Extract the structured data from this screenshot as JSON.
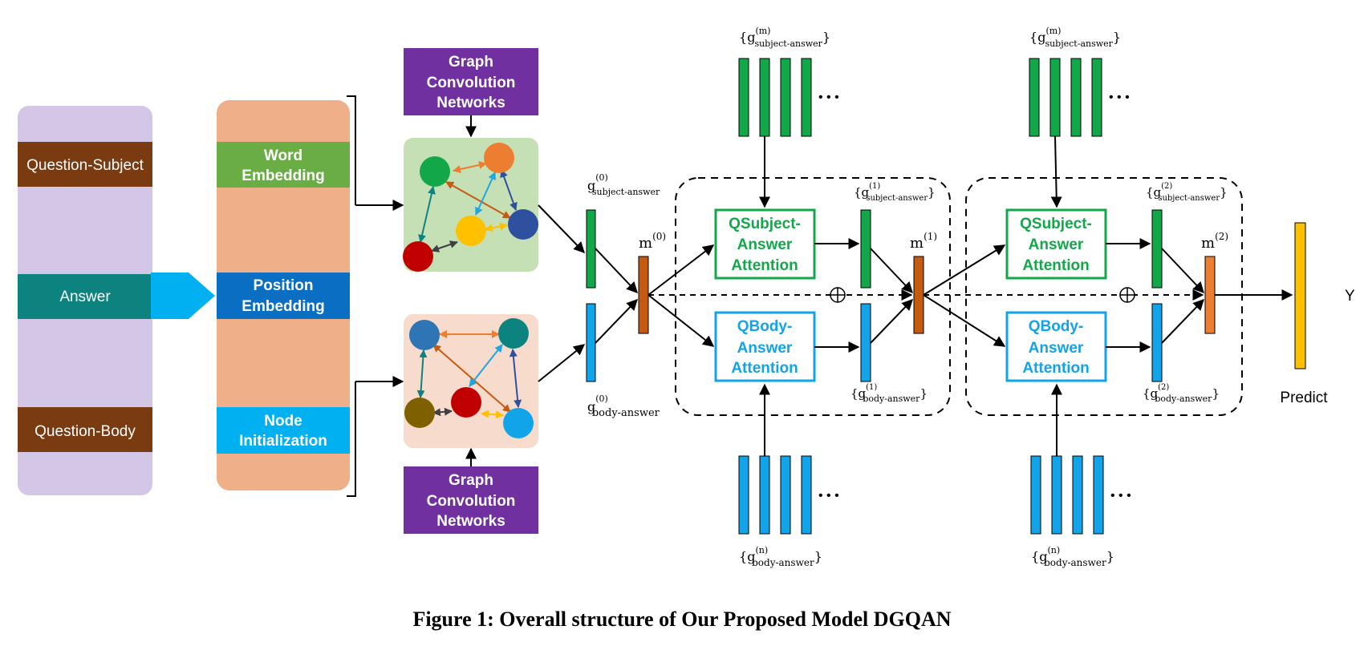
{
  "inputs": {
    "question_subject": "Question-Subject",
    "answer": "Answer",
    "question_body": "Question-Body"
  },
  "embedding": {
    "word_1": "Word",
    "word_2": "Embedding",
    "position_1": "Position",
    "position_2": "Embedding",
    "node_1": "Node",
    "node_2": "Initialization"
  },
  "gcn_top": {
    "l1": "Graph",
    "l2": "Convolution",
    "l3": "Networks"
  },
  "gcn_bottom": {
    "l1": "Graph",
    "l2": "Convolution",
    "l3": "Networks"
  },
  "math": {
    "g": "g",
    "m": "m",
    "sup0": "(0)",
    "sup1": "(1)",
    "sup2": "(2)",
    "supm": "(m)",
    "supn": "(n)",
    "sub_subject": "subject-answer",
    "sub_body": "body-answer",
    "lbrace": "{",
    "rbrace": "}",
    "dots": "• • •",
    "oplus": "⊕"
  },
  "attention": {
    "qs_1": "QSubject-",
    "qs_2": "Answer",
    "qs_3": "Attention",
    "qb_1": "QBody-",
    "qb_2": "Answer",
    "qb_3": "Attention"
  },
  "output": {
    "predict": "Predict",
    "y": "Y"
  },
  "caption": "Figure 1: Overall structure of Our Proposed Model DGQAN",
  "colors": {
    "purple_panel": "#d3c6e6",
    "brown": "#7b3b10",
    "teal": "#0d8380",
    "peach": "#efb089",
    "green_bar": "#6bad45",
    "blue_bar": "#0a6fc2",
    "cyan_bar": "#00b0f0",
    "gcn_purple": "#7030a0",
    "graph_green_bg": "#c5e0b4",
    "graph_peach_bg": "#f7dccd",
    "vec_green": "#12a84a",
    "vec_blue": "#12a4e8",
    "vec_orange": "#c55a11",
    "vec_orange_light": "#ed7d31",
    "predict_yellow": "#ffc000"
  }
}
